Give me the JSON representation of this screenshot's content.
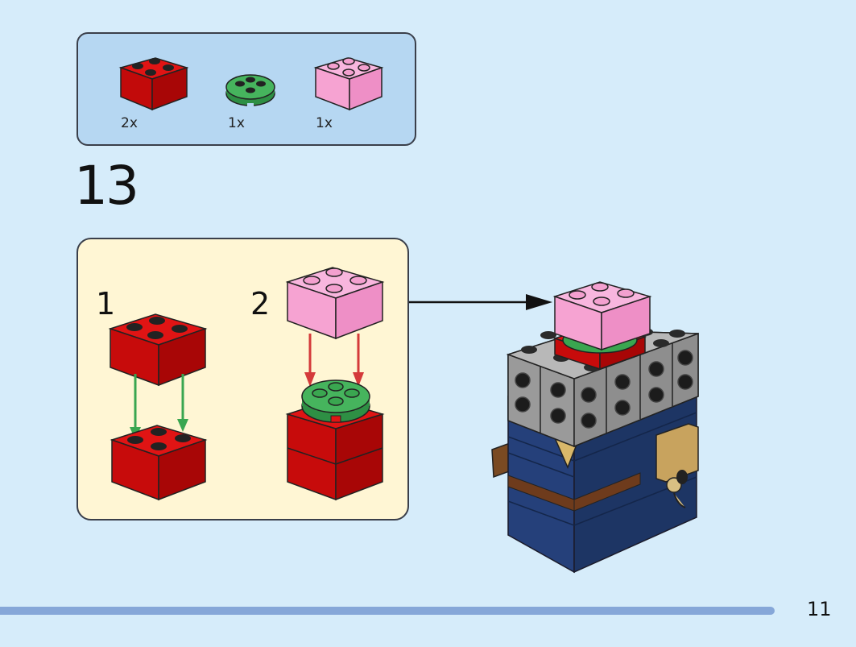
{
  "parts": [
    {
      "color": "red",
      "shape": "brick-2x2",
      "quantity": "2x",
      "hex": "#d70a0a"
    },
    {
      "color": "green",
      "shape": "round-plate-2x2",
      "quantity": "1x",
      "hex": "#3aa650"
    },
    {
      "color": "pink",
      "shape": "brick-2x2",
      "quantity": "1x",
      "hex": "#f6a9d8"
    }
  ],
  "step": "13",
  "substeps": [
    {
      "label": "1",
      "arrow_color": "#3aa650"
    },
    {
      "label": "2",
      "arrow_color": "#d43a3a"
    }
  ],
  "page_number": "11",
  "colors": {
    "background": "#d6ecfa",
    "parts_panel": "#b6d7f2",
    "substep_panel": "#fff6d4",
    "page_bar": "#86a7d8"
  }
}
